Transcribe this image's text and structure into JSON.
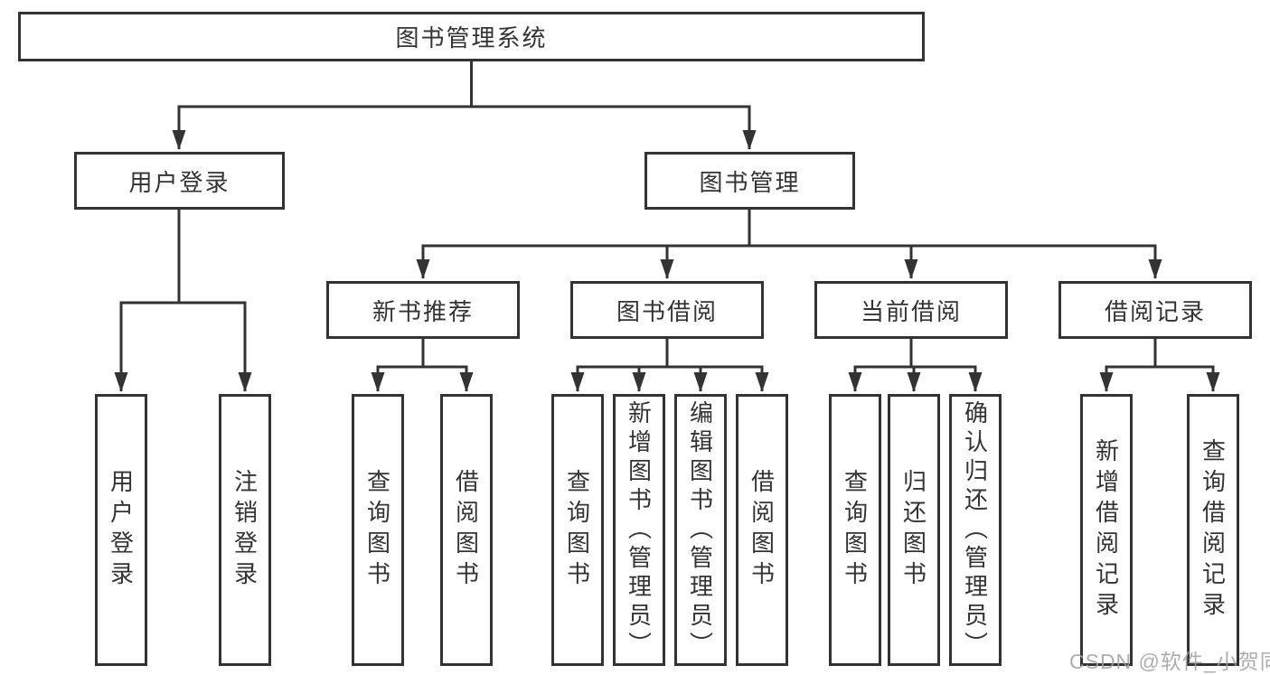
{
  "colors": {
    "line": "#333333",
    "text": "#333333",
    "box_background": "#ffffff",
    "watermark": "#9f9f9f"
  },
  "watermark": "CSDN @软件_小贺同学",
  "nodes": {
    "root": "图书管理系统",
    "user_login": "用户登录",
    "book_management": "图书管理",
    "new_book_recommend": "新书推荐",
    "book_borrowing": "图书借阅",
    "current_borrowing": "当前借阅",
    "borrowing_records": "借阅记录",
    "leaf_user_login": "用户登录",
    "leaf_logout": "注销登录",
    "rec_query_books": "查询图书",
    "rec_borrow_books": "借阅图书",
    "bor_query_books": "查询图书",
    "bor_add_books_admin": "新增图书（管理员）",
    "bor_edit_books_admin": "编辑图书（管理员）",
    "bor_borrow_books": "借阅图书",
    "cur_query_books": "查询图书",
    "cur_return_books": "归还图书",
    "cur_confirm_return_admin": "确认归还（管理员）",
    "brec_add_record": "新增借阅记录",
    "brec_query_record": "查询借阅记录"
  },
  "hierarchy": {
    "图书管理系统": {
      "用户登录": [
        "用户登录",
        "注销登录"
      ],
      "图书管理": {
        "新书推荐": [
          "查询图书",
          "借阅图书"
        ],
        "图书借阅": [
          "查询图书",
          "新增图书（管理员）",
          "编辑图书（管理员）",
          "借阅图书"
        ],
        "当前借阅": [
          "查询图书",
          "归还图书",
          "确认归还（管理员）"
        ],
        "借阅记录": [
          "新增借阅记录",
          "查询借阅记录"
        ]
      }
    }
  }
}
